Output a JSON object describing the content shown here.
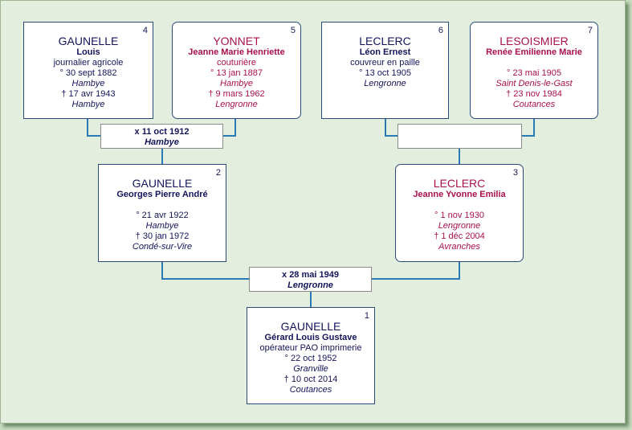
{
  "people": {
    "p1": {
      "num": "1",
      "surname": "GAUNELLE",
      "given": "Gérard Louis Gustave",
      "occupation": "opérateur PAO imprimerie",
      "birth": "° 22 oct 1952",
      "birth_place": "Granville",
      "death": "† 10 oct 2014",
      "death_place": "Coutances"
    },
    "p2": {
      "num": "2",
      "surname": "GAUNELLE",
      "given": "Georges Pierre André",
      "birth": "° 21 avr 1922",
      "birth_place": "Hambye",
      "death": "† 30 jan 1972",
      "death_place": "Condé-sur-Vire"
    },
    "p3": {
      "num": "3",
      "surname": "LECLERC",
      "given": "Jeanne Yvonne Emilia",
      "birth": "° 1 nov 1930",
      "birth_place": "Lengronne",
      "death": "† 1 déc 2004",
      "death_place": "Avranches"
    },
    "p4": {
      "num": "4",
      "surname": "GAUNELLE",
      "given": "Louis",
      "occupation": "journalier agricole",
      "birth": "° 30 sept 1882",
      "birth_place": "Hambye",
      "death": "† 17 avr 1943",
      "death_place": "Hambye"
    },
    "p5": {
      "num": "5",
      "surname": "YONNET",
      "given": "Jeanne Marie Henriette",
      "occupation": "couturière",
      "birth": "° 13 jan 1887",
      "birth_place": "Hambye",
      "death": "† 9 mars 1962",
      "death_place": "Lengronne"
    },
    "p6": {
      "num": "6",
      "surname": "LECLERC",
      "given": "Léon Ernest",
      "occupation": "couvreur en paille",
      "birth": "° 13 oct 1905",
      "birth_place": "Lengronne"
    },
    "p7": {
      "num": "7",
      "surname": "LESOISMIER",
      "given": "Renée Emilienne Marie",
      "birth": "° 23 mai 1905",
      "birth_place": "Saint Denis-le-Gast",
      "death": "† 23 nov 1984",
      "death_place": "Coutances"
    }
  },
  "marriages": {
    "m45": {
      "date": "x 11 oct 1912",
      "place": "Hambye"
    },
    "m23": {
      "date": "x 28 mai 1949",
      "place": "Lengronne"
    }
  },
  "colors": {
    "male": "#14145a",
    "female": "#a8104e",
    "line": "#2a7ab8",
    "background": "#e4eedf"
  }
}
